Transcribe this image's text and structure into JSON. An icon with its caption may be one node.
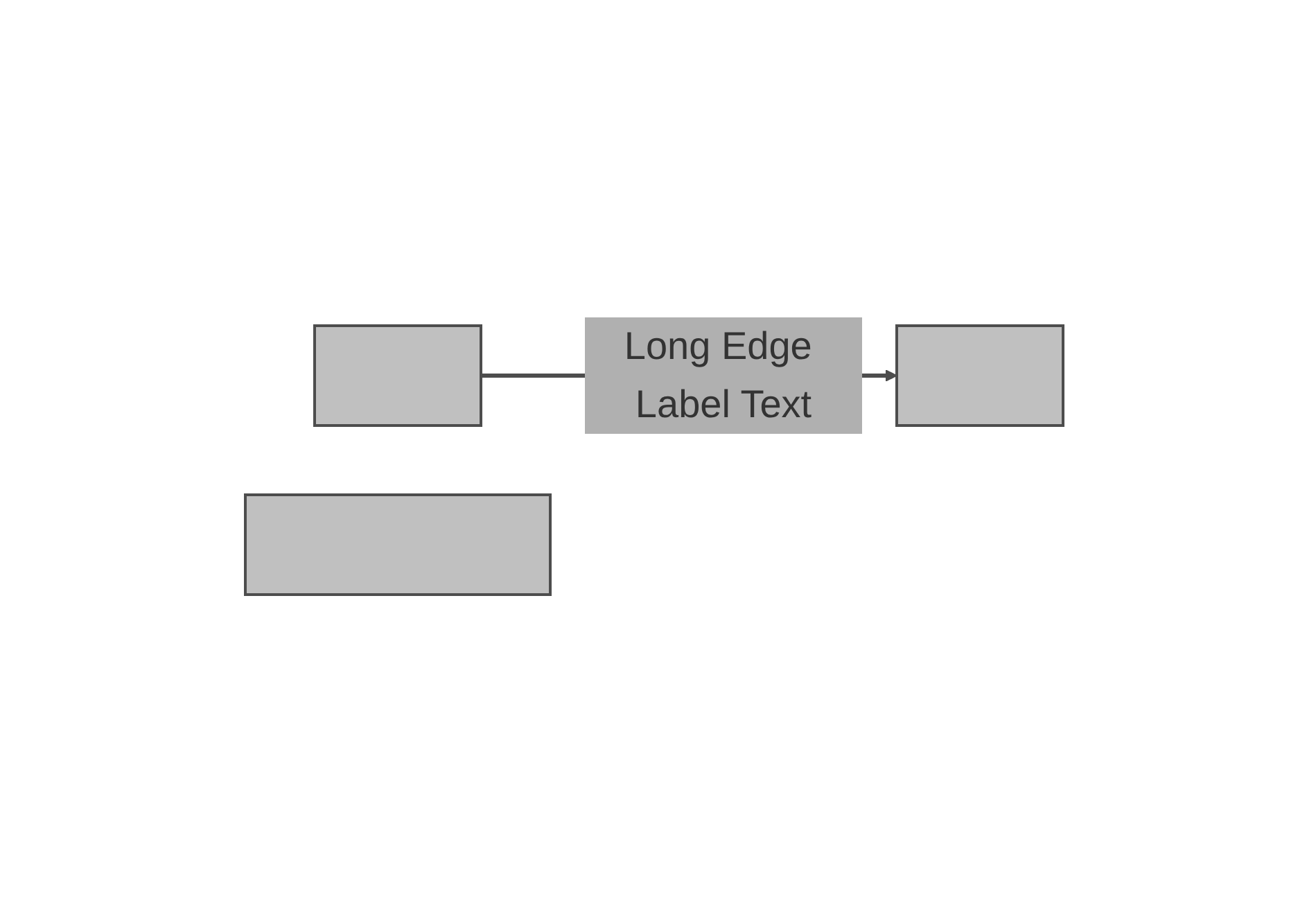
{
  "diagram": {
    "nodes": [
      {
        "text": [],
        "shape": "box"
      },
      {
        "text": [],
        "shape": "box"
      },
      {
        "text": [],
        "shape": "box"
      }
    ],
    "edges": [
      {
        "from": 0,
        "to": 1,
        "arrow": "to",
        "label": "Long Edge Label Text"
      }
    ]
  }
}
